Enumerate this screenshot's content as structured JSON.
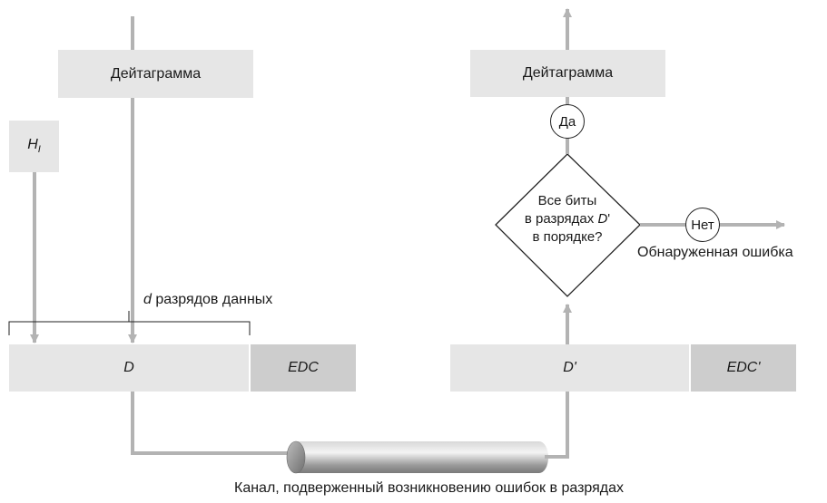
{
  "sender": {
    "datagram_label": "Дейтаграмма",
    "header_label_main": "H",
    "header_label_sub": "I",
    "data_bits_label_var": "d",
    "data_bits_label_text": " разрядов данных",
    "data_field_label": "D",
    "edc_label": "EDC"
  },
  "receiver": {
    "datagram_label": "Дейтаграмма",
    "yes_label": "Да",
    "no_label": "Нет",
    "decision_line1": "Все биты",
    "decision_line2_prefix": "в разрядах ",
    "decision_line2_var": "D",
    "decision_line2_suffix": "'",
    "decision_line3": "в порядке?",
    "error_label": "Обнаруженная ошибка",
    "data_field_label": "D'",
    "edc_label": "EDC'"
  },
  "channel": {
    "label": "Канал, подверженный возникновению ошибок в разрядах"
  },
  "colors": {
    "box_light": "#e6e6e6",
    "box_dark": "#cdcdcd",
    "arrow_gray": "#b3b3b3",
    "line_dark": "#222222"
  }
}
